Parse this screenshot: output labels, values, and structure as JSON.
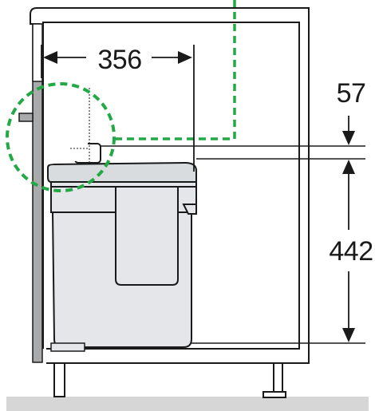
{
  "dimensions": {
    "inner_width": "356",
    "top_gap": "57",
    "bin_height": "442"
  },
  "colors": {
    "line": "#1a1a1a",
    "bin_fill": "#e4e6e9",
    "lid_fill": "#d9dcdf",
    "door_fill": "#a9aaac",
    "floor_fill": "#d6d6d6",
    "detail_highlight": "#22a845"
  }
}
